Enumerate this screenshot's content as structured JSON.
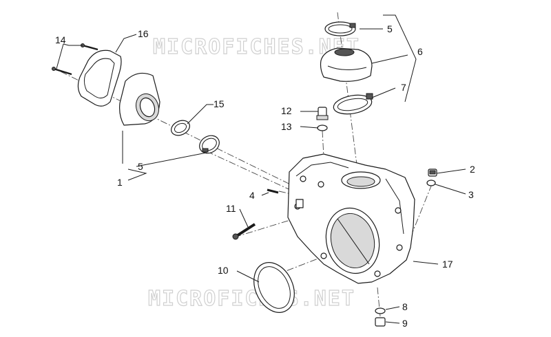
{
  "watermark": {
    "top": "MICROFICHES.NET",
    "bottom": "MICROFICHES.NET"
  },
  "callouts": {
    "c14": "14",
    "c16": "16",
    "c15": "15",
    "c5_left": "5",
    "c1": "1",
    "c5_top": "5",
    "c6": "6",
    "c7": "7",
    "c12": "12",
    "c13": "13",
    "c4": "4",
    "c11": "11",
    "c10": "10",
    "c2": "2",
    "c3": "3",
    "c17": "17",
    "c8": "8",
    "c9": "9"
  }
}
